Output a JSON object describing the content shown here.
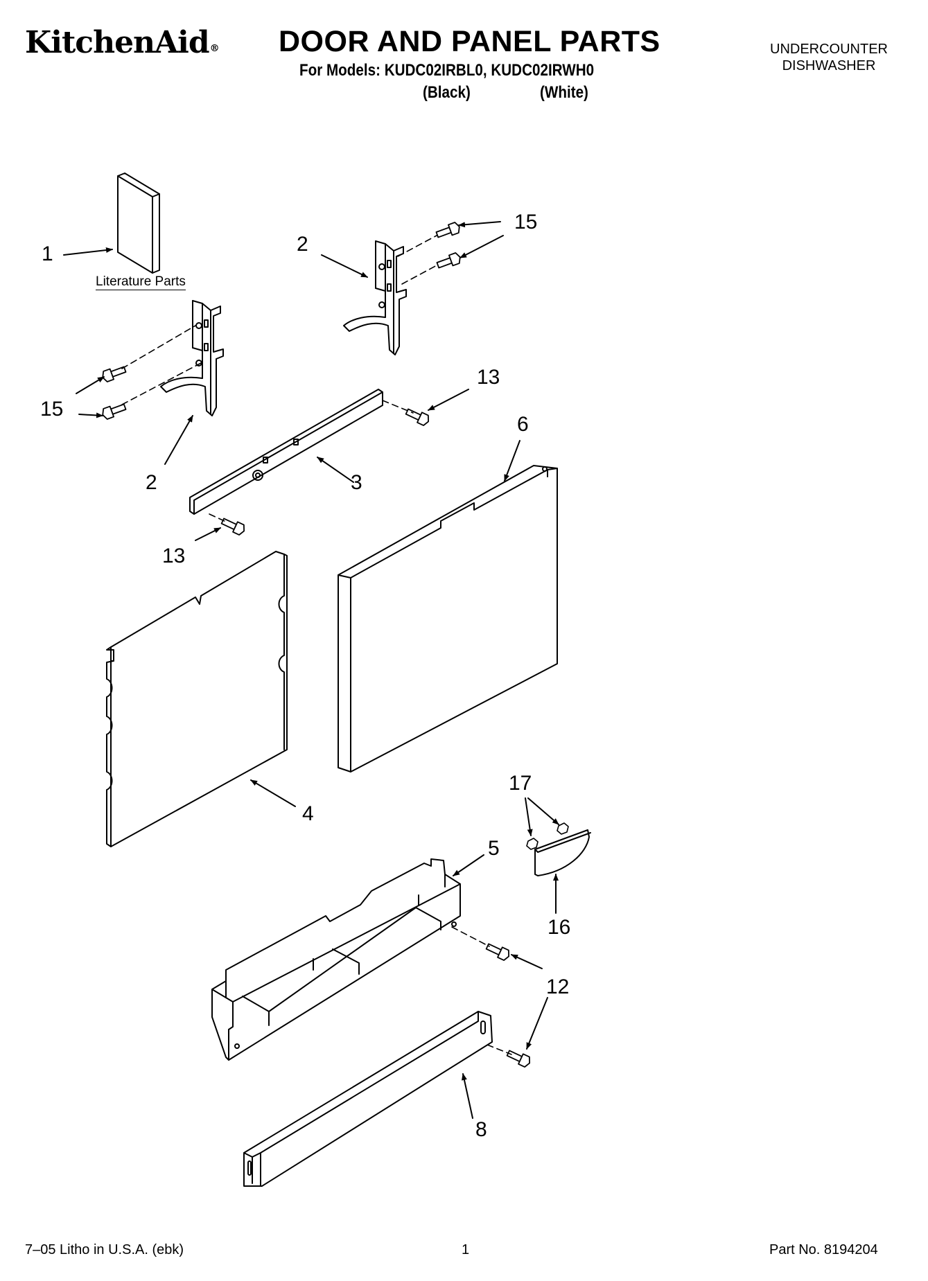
{
  "header": {
    "brand": "KitchenAid",
    "brand_mark": "®",
    "title": "DOOR AND PANEL PARTS",
    "models_line": "For Models: KUDC02IRBL0, KUDC02IRWH0",
    "variant_black": "(Black)",
    "variant_white": "(White)",
    "product_line1": "UNDERCOUNTER",
    "product_line2": "DISHWASHER"
  },
  "diagram": {
    "literature_label": "Literature Parts",
    "callouts": {
      "lit_pack": "1",
      "bracket_right": "2",
      "bracket_left": "2",
      "screw_15_right": "15",
      "screw_15_left": "15",
      "door_rail": "3",
      "screw_13_upper": "13",
      "screw_13_lower": "13",
      "door_panel": "6",
      "inner_panel": "4",
      "toe_panel": "5",
      "badge": "16",
      "badge_nut": "17",
      "screw_12": "12",
      "kick_plate": "8"
    }
  },
  "footer": {
    "litho": "7–05 Litho in U.S.A. (ebk)",
    "page": "1",
    "part_no": "Part No. 8194204"
  }
}
